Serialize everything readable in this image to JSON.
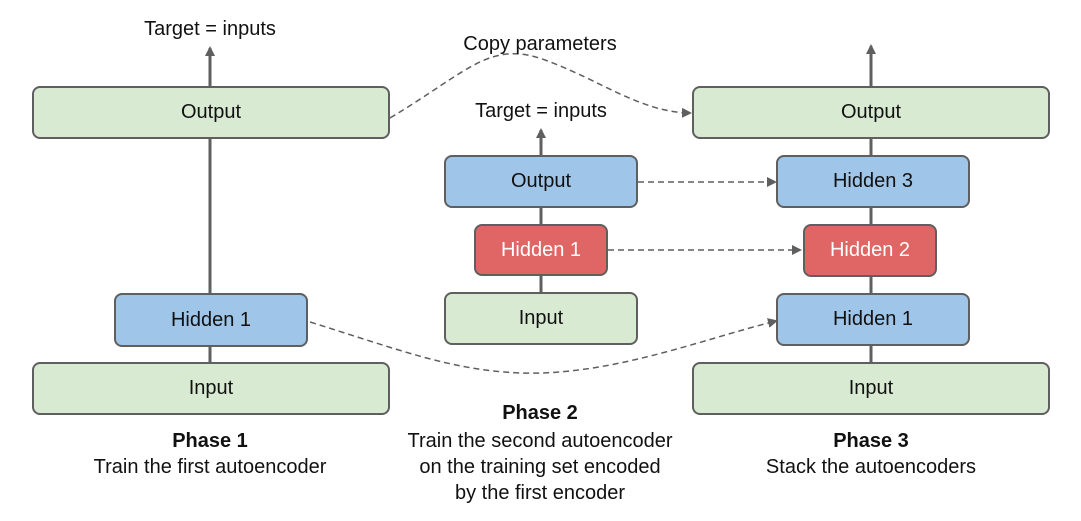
{
  "colors": {
    "green": "#d9ead3",
    "blue": "#9fc5e8",
    "red": "#e06666",
    "line": "#5f5f5f"
  },
  "labels": {
    "target": "Target = inputs",
    "copy_parameters": "Copy parameters",
    "output": "Output",
    "input": "Input",
    "hidden1": "Hidden 1",
    "hidden2": "Hidden 2",
    "hidden3": "Hidden 3"
  },
  "phase1": {
    "title": "Phase 1",
    "desc": "Train the first autoencoder"
  },
  "phase2": {
    "title": "Phase 2",
    "desc_lines": [
      "Train the second autoencoder",
      "on the training set encoded",
      "by the first encoder"
    ]
  },
  "phase3": {
    "title": "Phase 3",
    "desc": "Stack the autoencoders"
  }
}
